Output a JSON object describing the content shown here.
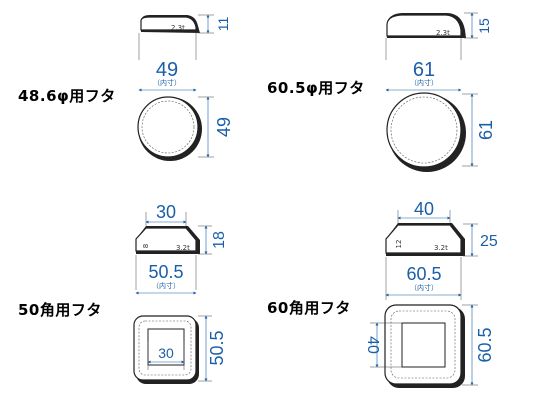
{
  "parts": [
    {
      "title": "48.6φ用フタ",
      "side": {
        "thickness_label": "2.3t",
        "height": "11"
      },
      "top": {
        "width": "49",
        "inner_note": "（内寸）",
        "height": "49"
      }
    },
    {
      "title": "60.5φ用フタ",
      "side": {
        "thickness_label": "2.3t",
        "height": "15"
      },
      "top": {
        "width": "61",
        "inner_note": "（内寸）",
        "height": "61"
      }
    },
    {
      "title": "50角用フタ",
      "side": {
        "top_width": "30",
        "inner_height": "8",
        "thickness_label": "3.2t",
        "height": "18"
      },
      "top": {
        "width": "50.5",
        "inner_note": "（内寸）",
        "height": "50.5",
        "inner_width": "30"
      }
    },
    {
      "title": "60角用フタ",
      "side": {
        "top_width": "40",
        "inner_height": "12",
        "thickness_label": "3.2t",
        "height": "25"
      },
      "top": {
        "width": "60.5",
        "inner_note": "（内寸）",
        "height": "60.5",
        "inner_height": "40"
      }
    }
  ]
}
